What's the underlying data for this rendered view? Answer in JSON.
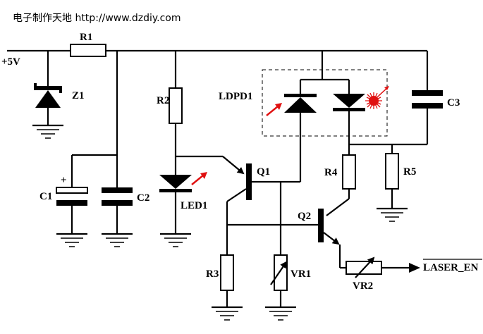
{
  "header": {
    "text": "电子制作天地 http://www.dzdiy.com"
  },
  "labels": {
    "vcc": "+5V",
    "r1": "R1",
    "z1": "Z1",
    "r2": "R2",
    "ldpd1": "LDPD1",
    "c3": "C3",
    "c1": "C1",
    "c1_plus": "+",
    "c2": "C2",
    "led1": "LED1",
    "q1": "Q1",
    "r4": "R4",
    "r5": "R5",
    "q2": "Q2",
    "r3": "R3",
    "vr1": "VR1",
    "vr2": "VR2",
    "laser_en": "LASER_EN"
  },
  "colors": {
    "wire": "#000000",
    "arrow": "#e01010",
    "laser": "#e01010"
  },
  "icons": {
    "ldpd1_photodiode_arrow": "arrow-in-icon",
    "ldpd1_laser_emission": "starburst-icon",
    "led1_emission": "arrow-out-icon"
  }
}
